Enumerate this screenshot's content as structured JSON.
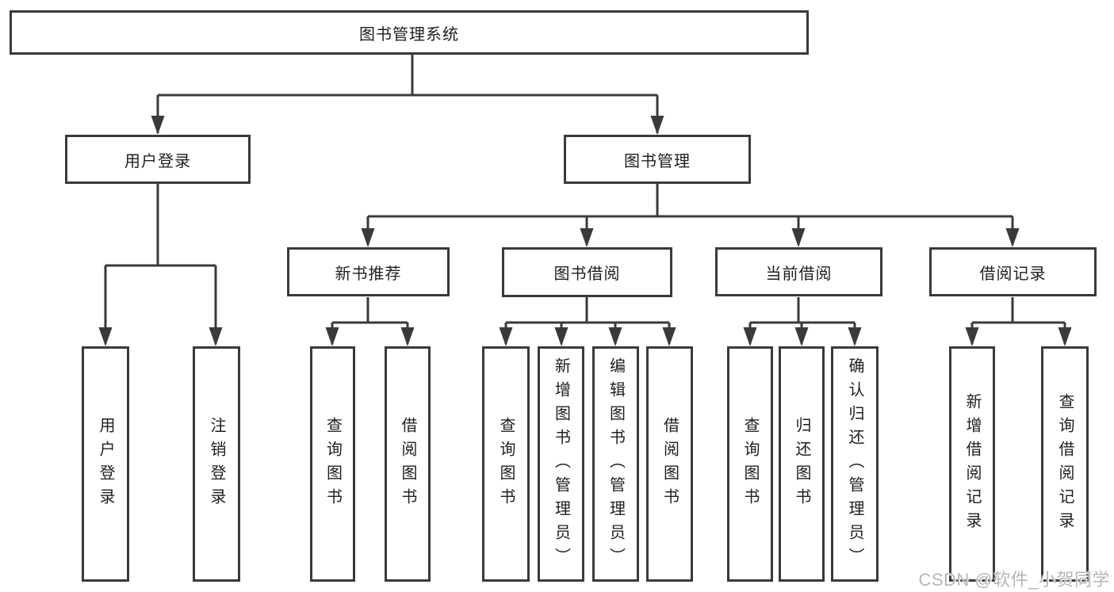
{
  "diagram": {
    "type": "hierarchy-tree",
    "colors": {
      "line": "#3a3a3a",
      "box_border": "#3a3a3a",
      "text": "#1f1f1f",
      "background": "#ffffff",
      "watermark": "#b3b7bc"
    },
    "tree": {
      "label": "图书管理系统",
      "children": [
        {
          "label": "用户登录",
          "children": [
            {
              "label": "用户登录"
            },
            {
              "label": "注销登录"
            }
          ]
        },
        {
          "label": "图书管理",
          "children": [
            {
              "label": "新书推荐",
              "children": [
                {
                  "label": "查询图书"
                },
                {
                  "label": "借阅图书"
                }
              ]
            },
            {
              "label": "图书借阅",
              "children": [
                {
                  "label": "查询图书"
                },
                {
                  "label": "新增图书（管理员）"
                },
                {
                  "label": "编辑图书（管理员）"
                },
                {
                  "label": "借阅图书"
                }
              ]
            },
            {
              "label": "当前借阅",
              "children": [
                {
                  "label": "查询图书"
                },
                {
                  "label": "归还图书"
                },
                {
                  "label": "确认归还（管理员）"
                }
              ]
            },
            {
              "label": "借阅记录",
              "children": [
                {
                  "label": "新增借阅记录"
                },
                {
                  "label": "查询借阅记录"
                }
              ]
            }
          ]
        }
      ]
    },
    "watermark": {
      "text": "CSDN @软件_小贺同学"
    }
  }
}
